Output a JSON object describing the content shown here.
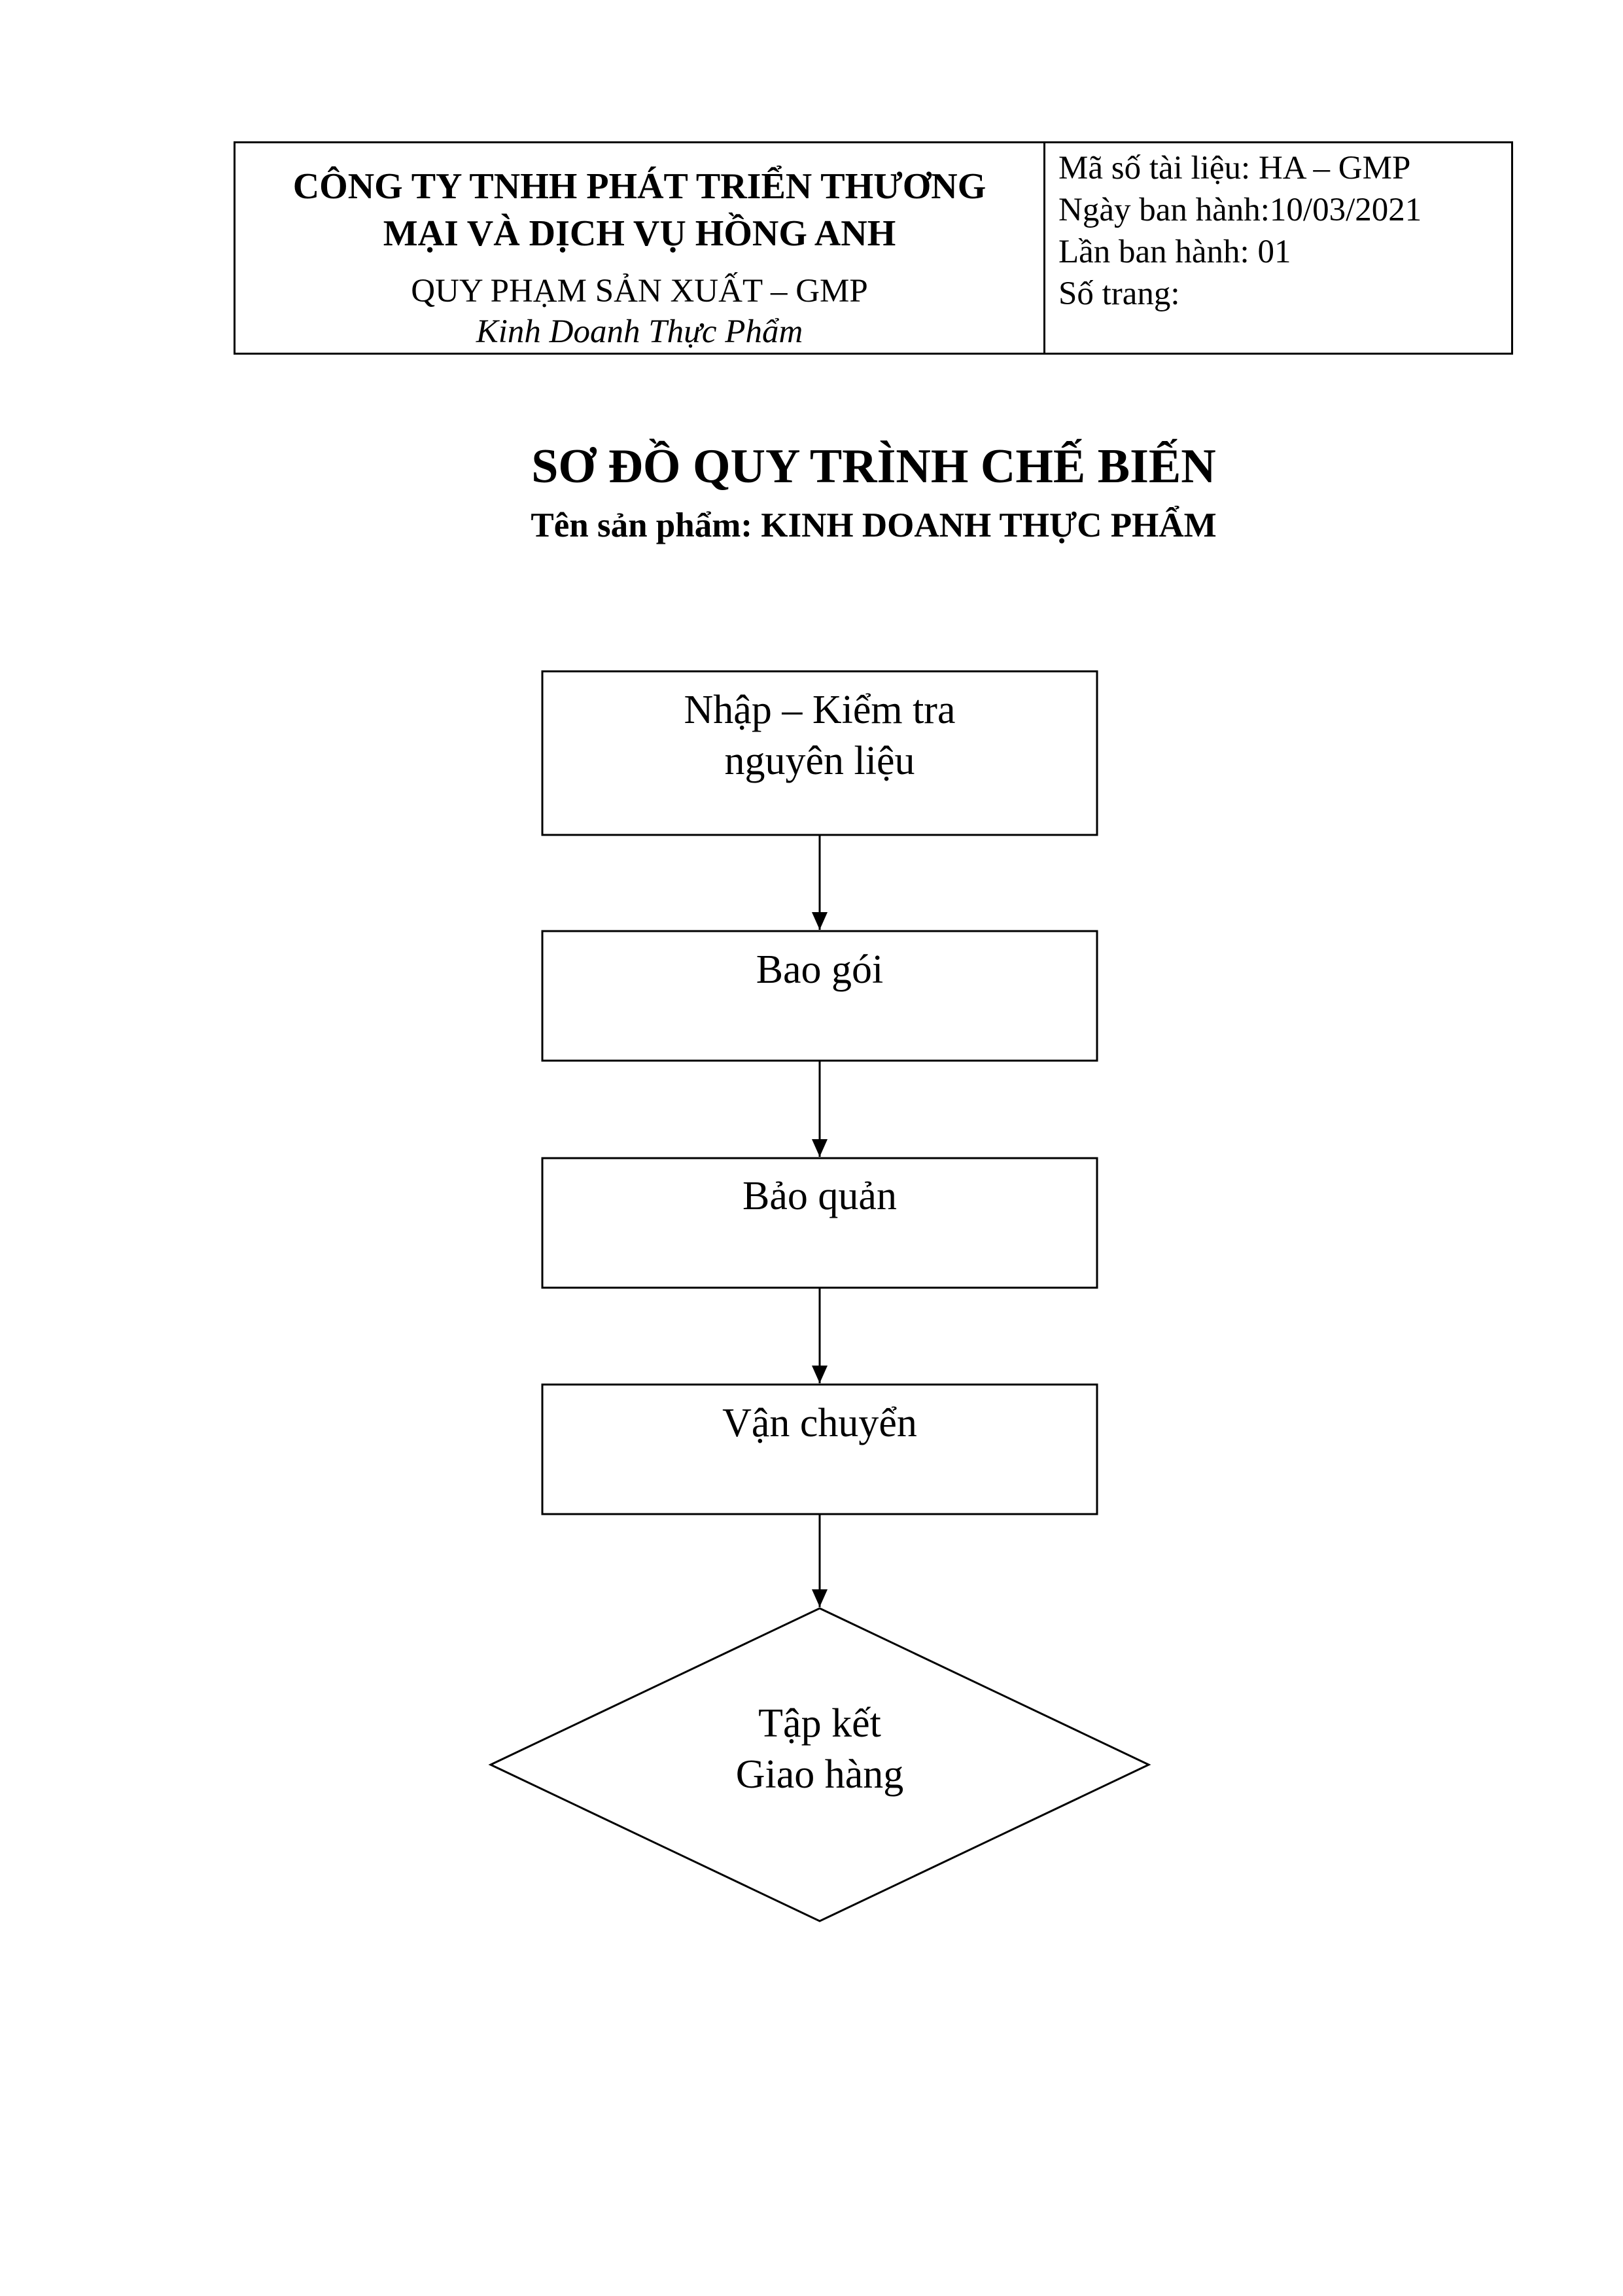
{
  "header": {
    "company_line1": "CÔNG TY TNHH PHÁT TRIỂN THƯƠNG",
    "company_line2": "MẠI VÀ DỊCH VỤ HỒNG ANH",
    "standard": "QUY PHẠM SẢN XUẤT – GMP",
    "standard_sub": "Kinh Doanh Thực Phẩm",
    "doc_code": "Mã số tài liệu: HA – GMP",
    "issue_date": "Ngày ban hành:10/03/2021",
    "issue_number": "Lần ban hành: 01",
    "page_number": "Số trang:"
  },
  "title": "SƠ ĐỒ QUY TRÌNH CHẾ BIẾN",
  "subtitle": "Tên sản phẩm: KINH DOANH THỰC PHẨM",
  "flowchart": {
    "steps": [
      {
        "id": "intake",
        "shape": "rect",
        "lines": [
          "Nhập – Kiểm tra",
          "nguyên liệu"
        ]
      },
      {
        "id": "packaging",
        "shape": "rect",
        "lines": [
          "Bao gói"
        ]
      },
      {
        "id": "storage",
        "shape": "rect",
        "lines": [
          "Bảo quản"
        ]
      },
      {
        "id": "transport",
        "shape": "rect",
        "lines": [
          "Vận chuyển"
        ]
      },
      {
        "id": "delivery",
        "shape": "diamond",
        "lines": [
          "Tập kết",
          "Giao hàng"
        ]
      }
    ]
  }
}
